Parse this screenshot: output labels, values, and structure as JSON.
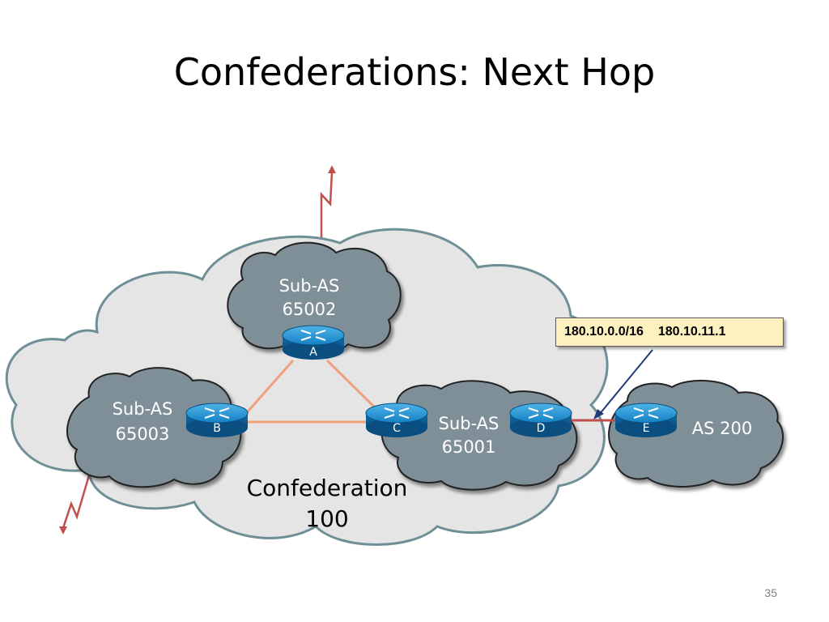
{
  "slide": {
    "title": "Confederations: Next Hop",
    "page_number": "35"
  },
  "confederation": {
    "label_line1": "Confederation",
    "label_line2": "100"
  },
  "sub_as": [
    {
      "label_line1": "Sub-AS",
      "label_line2": "65002"
    },
    {
      "label_line1": "Sub-AS",
      "label_line2": "65003"
    },
    {
      "label_line1": "Sub-AS",
      "label_line2": "65001"
    }
  ],
  "external_as": {
    "label": "AS 200"
  },
  "routers": {
    "a": "A",
    "b": "B",
    "c": "C",
    "d": "D",
    "e": "E"
  },
  "route_entry": {
    "prefix": "180.10.0.0/16",
    "next_hop": "180.10.11.1"
  },
  "colors": {
    "confederation_fill": "#e5e5e5",
    "confederation_stroke": "#6f8f96",
    "sub_as_fill": "#7f8f97",
    "router_blue": "#1581c4",
    "ibgp_link": "#f2a07b",
    "ebgp_link": "#c0504d",
    "callout_fill": "#fdf2bf"
  }
}
